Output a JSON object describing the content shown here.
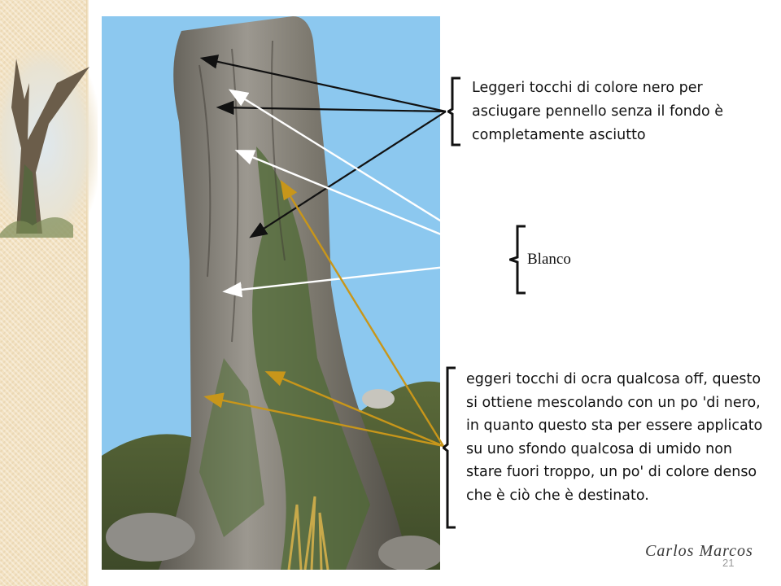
{
  "slide": {
    "page_number": "21",
    "author": "Carlos Marcos"
  },
  "annotations": {
    "black": {
      "text": "Leggeri tocchi di colore nero per asciugare pennello senza il fondo è completamente asciutto",
      "color": "#111111"
    },
    "white": {
      "text": "Blanco",
      "color": "#ffffff"
    },
    "ochre": {
      "text": "eggeri tocchi di ocra qualcosa off, questo si ottiene mescolando con un po 'di nero, in quanto questo sta per essere applicato su uno sfondo qualcosa di umido non stare fuori troppo, un po' di colore denso che è ciò che è destinato.",
      "color": "#c8961a"
    }
  },
  "photo": {
    "subject": "tree-trunk-model",
    "sky_color": "#8cc8ef"
  }
}
